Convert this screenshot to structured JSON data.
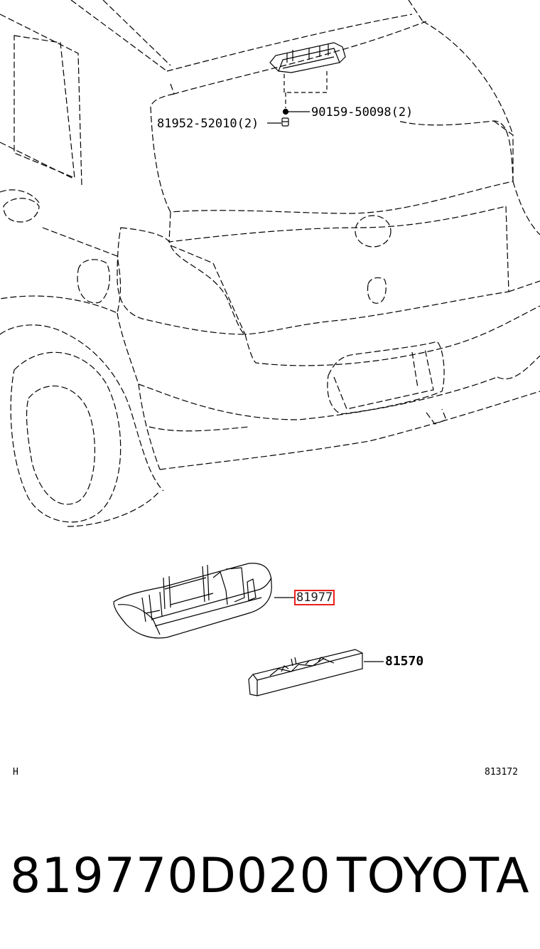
{
  "callouts": {
    "bolt": "90159-50098(2)",
    "nut": "81952-52010(2)",
    "cover": "81977",
    "lamp": "81570"
  },
  "footer": {
    "left_code": "H",
    "right_code": "813172",
    "part_number": "819770D020",
    "brand": "TOYOTA"
  },
  "colors": {
    "highlight": "#e8201c",
    "line": "#000000"
  }
}
